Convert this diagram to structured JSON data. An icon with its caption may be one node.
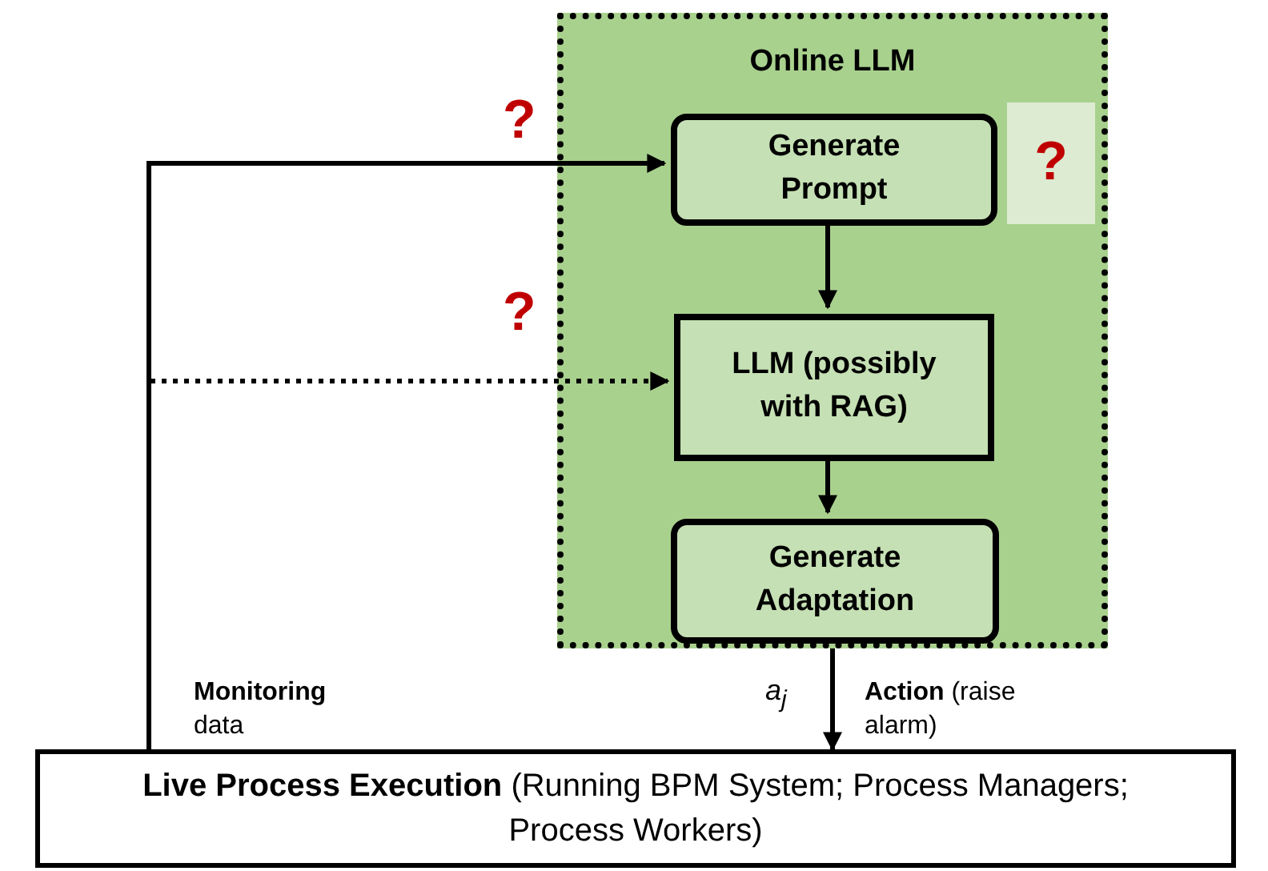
{
  "diagram": {
    "nodes": [
      {
        "text": [
          "Online LLM"
        ]
      },
      {
        "text": [
          "Generate Prompt"
        ],
        "in": 0
      },
      {
        "text": [
          "LLM (possibly with RAG)"
        ],
        "in": 0
      },
      {
        "text": [
          "Generate Adaptation"
        ],
        "in": 0
      },
      {
        "text": [
          "**Live Process Execution** (Running BPM System; Process Managers; Process Workers)"
        ]
      },
      {
        "text": [
          "?"
        ],
        "in": 0
      }
    ],
    "edges": [
      {
        "from": 4,
        "to": 1,
        "arrow": "to"
      },
      {
        "from": 4,
        "to": 2,
        "arrow": "to",
        "style": "dashed"
      },
      {
        "from": 1,
        "to": 2,
        "arrow": "to"
      },
      {
        "from": 2,
        "to": 3,
        "arrow": "to"
      },
      {
        "from": 0,
        "to": 4,
        "arrow": "to",
        "label": "a$_{j}$"
      }
    ],
    "labels": [
      "?",
      "?",
      "**Monitoring** data",
      "**Action** (raise alarm)"
    ]
  }
}
